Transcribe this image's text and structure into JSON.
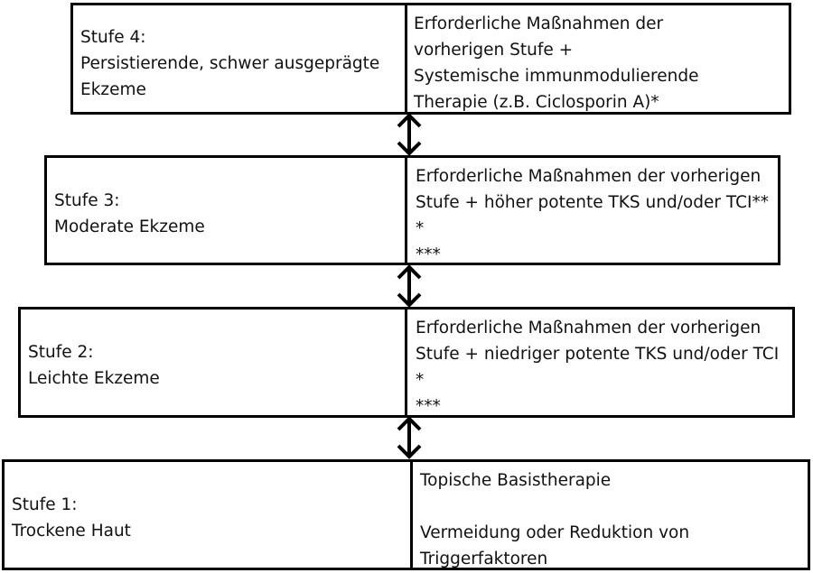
{
  "stages": [
    {
      "level": "Stufe 4:",
      "condition_lines": [
        "Persistierende, schwer ausgeprägte",
        "Ekzeme"
      ],
      "measure_lines": [
        "Erforderliche Maßnahmen der",
        "vorherigen Stufe +",
        "Systemische immunmodulierende",
        "Therapie (z.B. Ciclosporin A)*"
      ]
    },
    {
      "level": "Stufe 3:",
      "condition_lines": [
        "Moderate Ekzeme"
      ],
      "measure_lines": [
        "Erforderliche Maßnahmen der vorherigen",
        "Stufe + höher potente TKS und/oder TCI**",
        "*",
        "***"
      ]
    },
    {
      "level": "Stufe 2:",
      "condition_lines": [
        "Leichte Ekzeme"
      ],
      "measure_lines": [
        "Erforderliche Maßnahmen der vorherigen",
        "Stufe + niedriger potente TKS und/oder TCI",
        "*",
        "***"
      ]
    },
    {
      "level": "Stufe 1:",
      "condition_lines": [
        "Trockene Haut"
      ],
      "measure_lines": [
        "Topische Basistherapie",
        "",
        "Vermeidung oder Reduktion von",
        "Triggerfaktoren"
      ]
    }
  ]
}
